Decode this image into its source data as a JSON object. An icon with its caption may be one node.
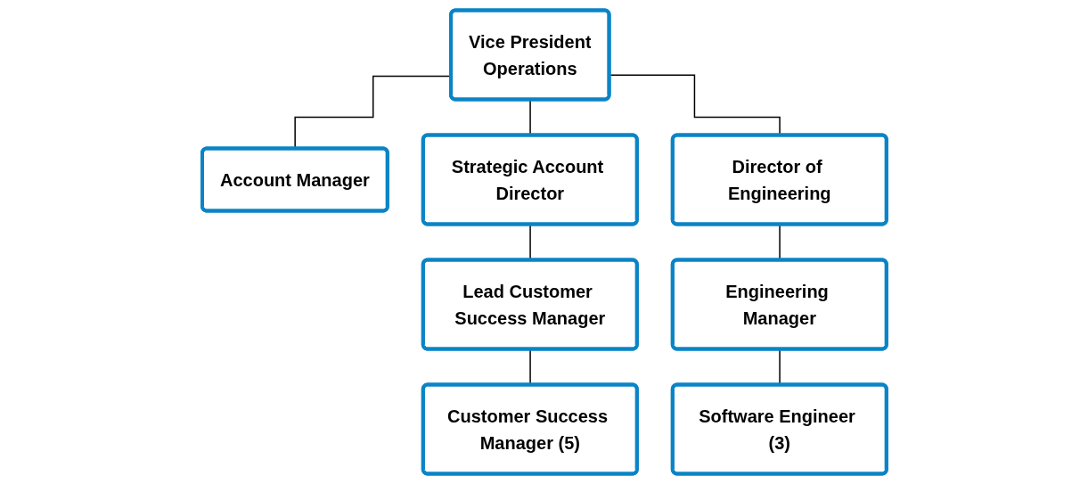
{
  "diagram": {
    "nodes": [
      {
        "text": [
          "Vice President",
          "Operations"
        ]
      },
      {
        "text": [
          "Account Manager"
        ]
      },
      {
        "text": [
          "Strategic Account Director"
        ]
      },
      {
        "text": [
          "Director of Engineering"
        ]
      },
      {
        "text": [
          "Lead Customer Success Manager"
        ]
      },
      {
        "text": [
          "Customer Success Manager (5)"
        ]
      },
      {
        "text": [
          "Engineering Manager"
        ]
      },
      {
        "text": [
          "Software Engineer (3)"
        ]
      }
    ],
    "edges": [
      {
        "from": 0,
        "to": 1,
        "arrow": "none"
      },
      {
        "from": 0,
        "to": 2,
        "arrow": "none"
      },
      {
        "from": 0,
        "to": 3,
        "arrow": "none"
      },
      {
        "from": 2,
        "to": 4,
        "arrow": "none"
      },
      {
        "from": 4,
        "to": 5,
        "arrow": "none"
      },
      {
        "from": 3,
        "to": 6,
        "arrow": "none"
      },
      {
        "from": 6,
        "to": 7,
        "arrow": "none"
      }
    ]
  }
}
